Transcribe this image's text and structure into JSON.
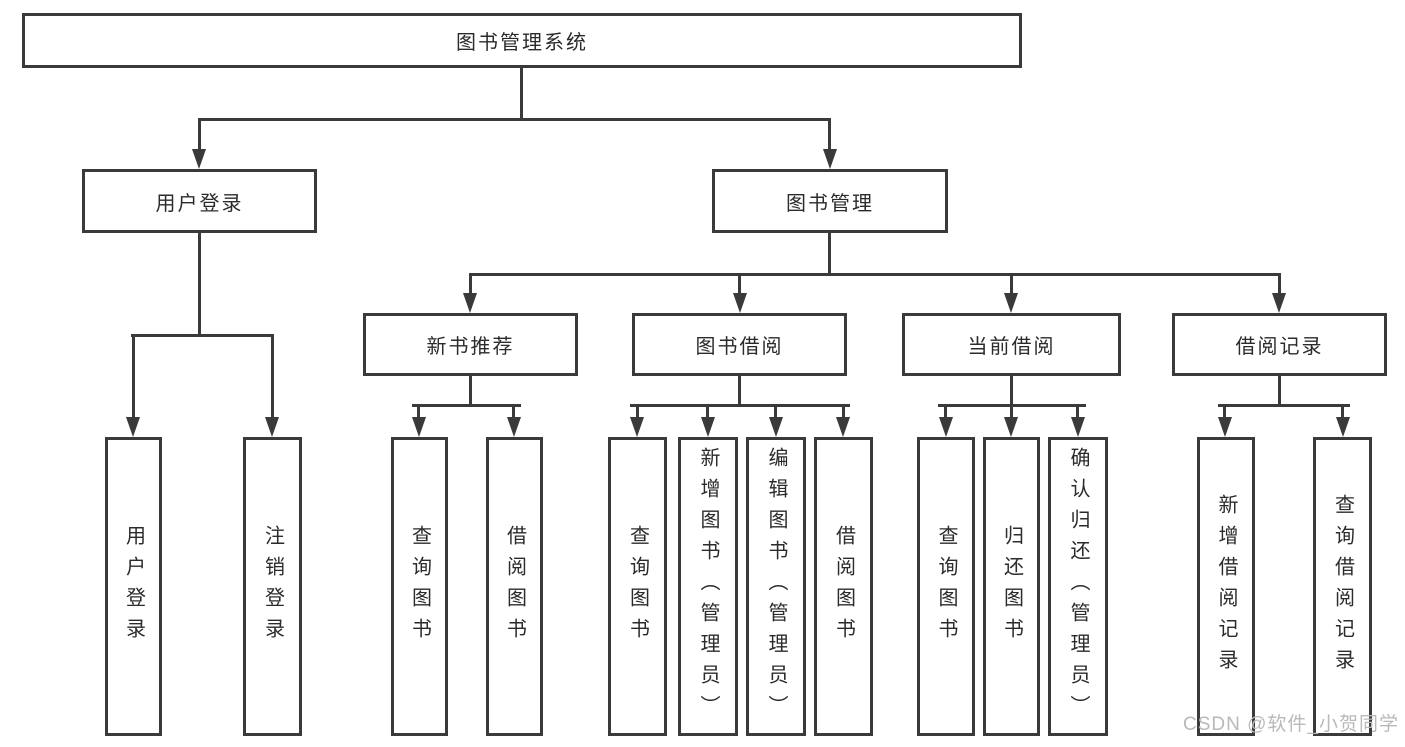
{
  "tree": {
    "label": "图书管理系统",
    "children": [
      {
        "label": "用户登录",
        "leaves": [
          {
            "label": "用户登录"
          },
          {
            "label": "注销登录"
          }
        ]
      },
      {
        "label": "图书管理",
        "children": [
          {
            "label": "新书推荐",
            "leaves": [
              {
                "label": "查询图书"
              },
              {
                "label": "借阅图书"
              }
            ]
          },
          {
            "label": "图书借阅",
            "leaves": [
              {
                "label": "查询图书"
              },
              {
                "label": "新增图书（管理员）"
              },
              {
                "label": "编辑图书（管理员）"
              },
              {
                "label": "借阅图书"
              }
            ]
          },
          {
            "label": "当前借阅",
            "leaves": [
              {
                "label": "查询图书"
              },
              {
                "label": "归还图书"
              },
              {
                "label": "确认归还（管理员）"
              }
            ]
          },
          {
            "label": "借阅记录",
            "leaves": [
              {
                "label": "新增借阅记录"
              },
              {
                "label": "查询借阅记录"
              }
            ]
          }
        ]
      }
    ]
  },
  "watermark": "CSDN @软件_小贺同学",
  "colors": {
    "line": "#3a3a3a",
    "text": "#2b2b2b",
    "watermark": "#b9b9b9",
    "background": "#ffffff"
  }
}
